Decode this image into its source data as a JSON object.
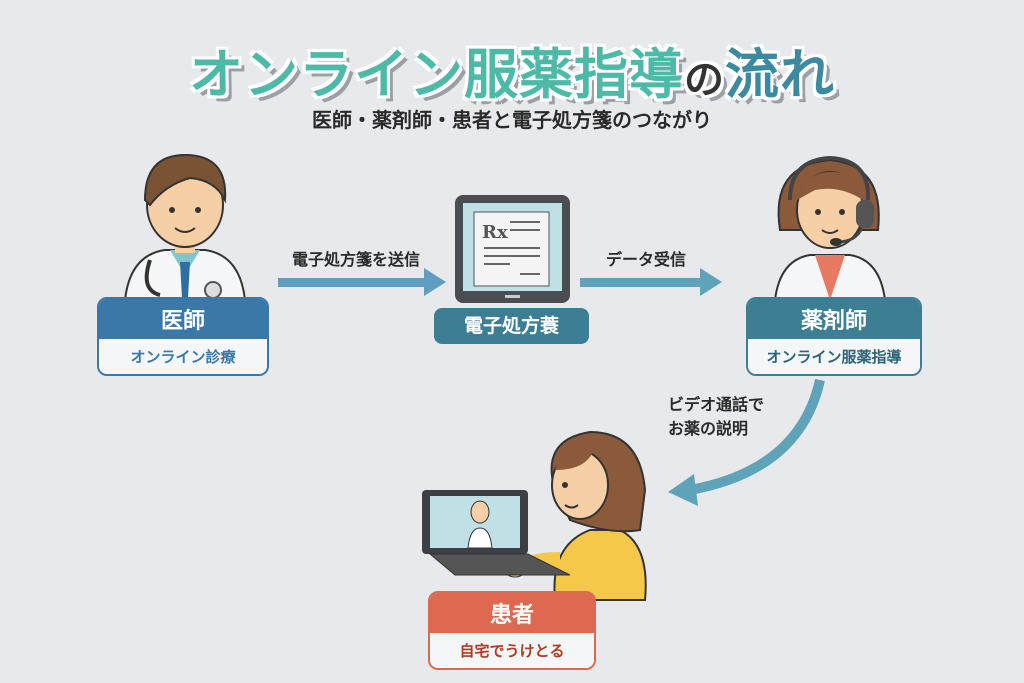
{
  "title": {
    "main": "オンライン服薬指導",
    "particle": "の",
    "end": "流れ"
  },
  "subtitle": "医師・薬剤師・患者と電子処方箋のつながり",
  "doctor": {
    "title": "医師",
    "subtitle": "オンライン診療"
  },
  "prescription": {
    "label": "電子処方蓑",
    "rx": "Rx"
  },
  "pharmacist": {
    "title": "薬剤師",
    "subtitle": "オンライン服薬指導"
  },
  "patient": {
    "title": "患者",
    "subtitle": "自宅でうけとる"
  },
  "arrows": {
    "send": "電子処方箋を送信",
    "receive": "データ受信",
    "video_line1": "ビデオ通話で",
    "video_line2": "お薬の説明"
  },
  "colors": {
    "doctor": "#3a78a8",
    "pharmacist": "#3c7f95",
    "patient": "#dd6a50",
    "arrow": "#5fa3b8"
  }
}
